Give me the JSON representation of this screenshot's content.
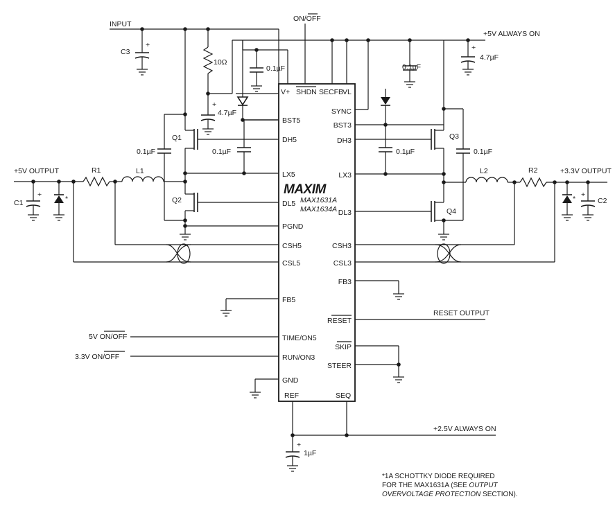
{
  "chip": {
    "logo": "MAXIM",
    "part1": "MAX1631A",
    "part2": "MAX1634A",
    "pins_top": [
      "V+",
      "SHDN",
      "SECFB",
      "VL"
    ],
    "pins_left": [
      "BST5",
      "DH5",
      "LX5",
      "DL5",
      "PGND",
      "CSH5",
      "CSL5",
      "FB5",
      "TIME/ON5",
      "RUN/ON3",
      "GND"
    ],
    "pins_right": [
      "SYNC",
      "BST3",
      "DH3",
      "LX3",
      "DL3",
      "CSH3",
      "CSL3",
      "FB3",
      "RESET",
      "SKIP",
      "STEER"
    ],
    "pins_bottom": [
      "REF",
      "SEQ"
    ]
  },
  "nets": {
    "input": "INPUT",
    "on_off": "ON/OFF",
    "always_on_5v": "+5V ALWAYS ON",
    "out_5v": "+5V OUTPUT",
    "out_33v": "+3.3V OUTPUT",
    "reset_out": "RESET OUTPUT",
    "on5": "5V ON/OFF",
    "on3": "3.3V ON/OFF",
    "always_on_25v": "+2.5V ALWAYS ON"
  },
  "components": {
    "c3": "C3",
    "c1": "C1",
    "c2": "C2",
    "r1": "R1",
    "r2": "R2",
    "l1": "L1",
    "l2": "L2",
    "q1": "Q1",
    "q2": "Q2",
    "q3": "Q3",
    "q4": "Q4",
    "r10": "10Ω",
    "cap_4u7": "4.7µF",
    "cap_0u1": "0.1µF",
    "cap_1u": "1µF",
    "plus": "+",
    "star": "*"
  },
  "note": {
    "line1": "*1A SCHOTTKY DIODE REQUIRED",
    "line2": "FOR THE MAX1631A (SEE ",
    "line2_italic": "OUTPUT",
    "line3_italic": "OVERVOLTAGE PROTECTION",
    "line3": " SECTION)."
  }
}
